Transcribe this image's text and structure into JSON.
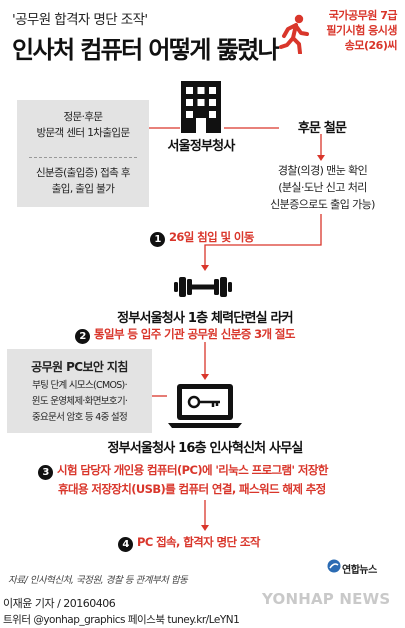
{
  "header": {
    "subtitle": "'공무원 합격자 명단 조작'",
    "title": "인사처 컴퓨터 어떻게 뚫렸나",
    "suspect_lines": [
      "국가공무원 7급",
      "필기시험 응시생",
      "송모(26)씨"
    ]
  },
  "info_box_entry": {
    "lines_top": [
      "정문·후문",
      "방문객 센터 1차출입문"
    ],
    "lines_bottom": [
      "신분증(출입증) 접촉 후",
      "출입, 출입 불가"
    ]
  },
  "info_box_security": {
    "heading": "공무원 PC보안 지침",
    "lines": [
      "부팅 단계 시모스(CMOS)·",
      "윈도 운영체제·화면보호기·",
      "중요문서 암호 등 4중 설정"
    ]
  },
  "nodes": {
    "building": "서울정부청사",
    "back_gate": "후문 철문",
    "police_check": [
      "경찰(의경) 맨눈 확인",
      "(분실·도난 신고 처리",
      "신분증으로도 출입 가능)"
    ],
    "locker": "정부서울청사 1층 체력단련실 라커",
    "office": "정부서울청사 16층 인사혁신처 사무실"
  },
  "steps": [
    {
      "num": "1",
      "lines": [
        "26일 침입 및 이동"
      ]
    },
    {
      "num": "2",
      "lines": [
        "통일부 등 입주 기관 공무원 신분증 3개 절도"
      ]
    },
    {
      "num": "3",
      "lines": [
        "시험 담당자 개인용 컴퓨터(PC)에 '리눅스 프로그램' 저장한",
        "휴대용 저장장치(USB)를 컴퓨터 연결, 패스워드 해제 추정"
      ]
    },
    {
      "num": "4",
      "lines": [
        "PC 접속, 합격자 명단 조작"
      ]
    }
  ],
  "footer": {
    "source": "자료/ 인사혁신처, 국정원, 경찰 등 관계부처 합동",
    "credit": "이재윤 기자 / 20160406",
    "social": "트위터 @yonhap_graphics  페이스북 tuney.kr/LeYN1",
    "logo_text": "연합뉴스",
    "watermark": "YONHAP NEWS"
  },
  "colors": {
    "accent_red": "#d9362b",
    "box_gray": "#e3e3e3",
    "text_dark": "#111111"
  }
}
